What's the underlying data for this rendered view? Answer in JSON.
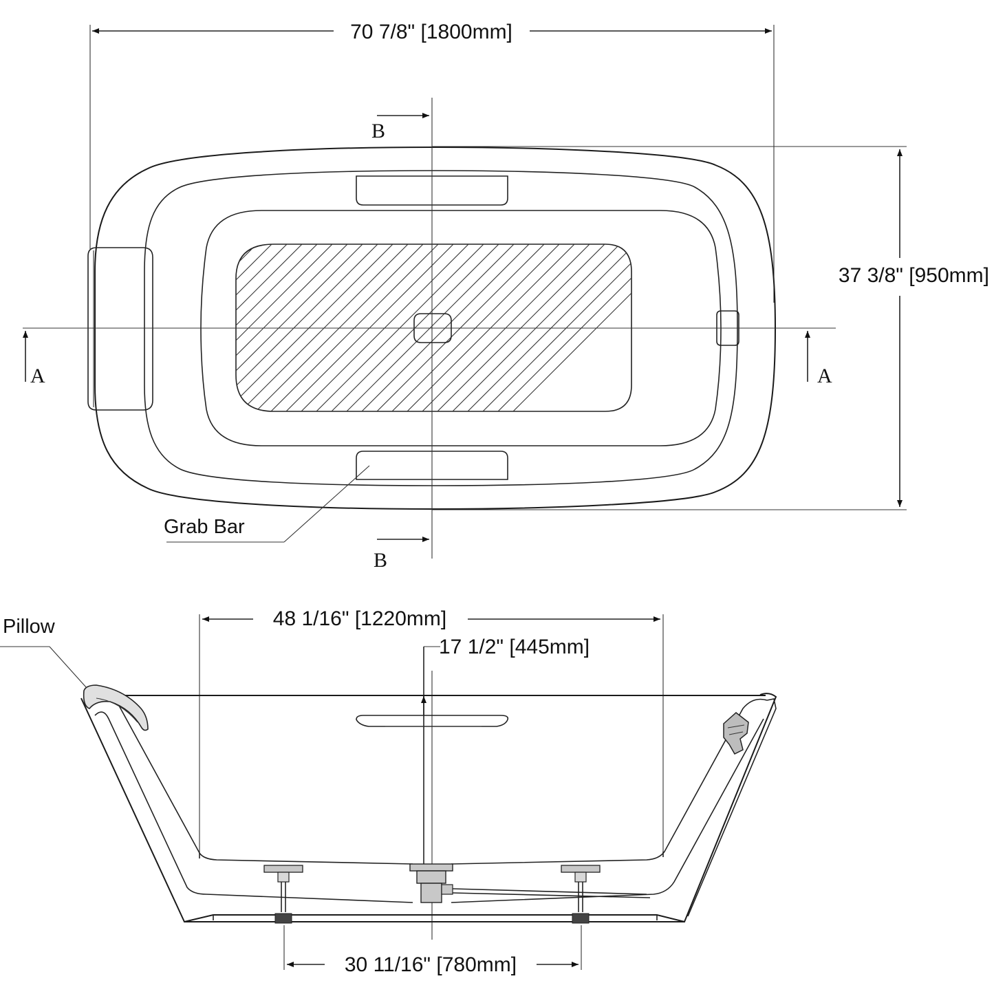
{
  "dimensions": {
    "overall_length": "70 7/8\" [1800mm]",
    "overall_width": "37 3/8\" [950mm]",
    "interior_bottom_length": "48 1/16\" [1220mm]",
    "water_depth": "17 1/2\" [445mm]",
    "leg_spacing": "30 11/16\" [780mm]"
  },
  "section_markers": {
    "a_left": "A",
    "a_right": "A",
    "b_top": "B",
    "b_bottom": "B"
  },
  "callouts": {
    "grab_bar": "Grab Bar",
    "pillow": "Pillow"
  }
}
